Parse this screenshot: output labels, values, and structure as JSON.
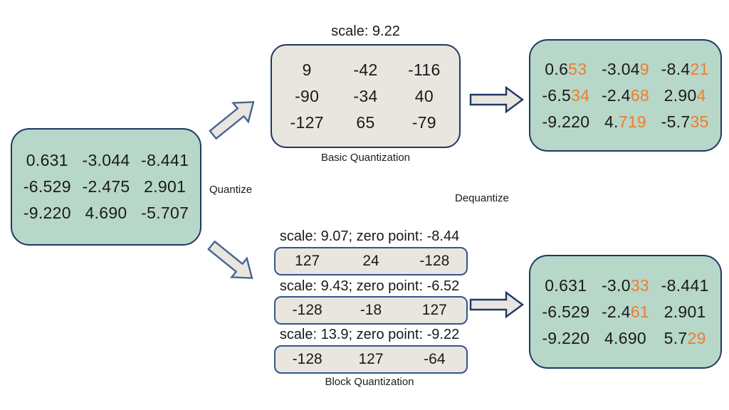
{
  "colors": {
    "highlight": "#ED7D31",
    "box_green": "#B7D7C8",
    "box_gray": "#E9E6E0",
    "border_navy": "#1F3864",
    "border_blue": "#34558C",
    "text": "#1a1a1a"
  },
  "labels": {
    "quantize": "Quantize",
    "dequantize": "Dequantize"
  },
  "float_matrix": {
    "rows": [
      [
        "0.631",
        "-3.044",
        "-8.441"
      ],
      [
        "-6.529",
        "-2.475",
        "2.901"
      ],
      [
        "-9.220",
        "4.690",
        "-5.707"
      ]
    ]
  },
  "basic": {
    "scale_label": "scale: 9.22",
    "caption": "Basic Quantization",
    "matrix": [
      [
        "9",
        "-42",
        "-116"
      ],
      [
        "-90",
        "-34",
        "40"
      ],
      [
        "-127",
        "65",
        "-79"
      ]
    ]
  },
  "dequant_basic": {
    "rows": [
      [
        [
          {
            "t": "0.6"
          },
          {
            "t": "53",
            "hl": true
          }
        ],
        [
          {
            "t": "-3.04"
          },
          {
            "t": "9",
            "hl": true
          }
        ],
        [
          {
            "t": "-8.4"
          },
          {
            "t": "21",
            "hl": true
          }
        ]
      ],
      [
        [
          {
            "t": "-6.5"
          },
          {
            "t": "34",
            "hl": true
          }
        ],
        [
          {
            "t": "-2.4"
          },
          {
            "t": "68",
            "hl": true
          }
        ],
        [
          {
            "t": "2.90"
          },
          {
            "t": "4",
            "hl": true
          }
        ]
      ],
      [
        [
          {
            "t": "-9.220"
          }
        ],
        [
          {
            "t": "4."
          },
          {
            "t": "719",
            "hl": true
          }
        ],
        [
          {
            "t": "-5.7"
          },
          {
            "t": "35",
            "hl": true
          }
        ]
      ]
    ]
  },
  "block": {
    "caption": "Block Quantization",
    "groups": [
      {
        "label": "scale: 9.07; zero point: -8.44",
        "values": [
          "127",
          "24",
          "-128"
        ]
      },
      {
        "label": "scale: 9.43; zero point: -6.52",
        "values": [
          "-128",
          "-18",
          "127"
        ]
      },
      {
        "label": "scale: 13.9; zero point: -9.22",
        "values": [
          "-128",
          "127",
          "-64"
        ]
      }
    ]
  },
  "dequant_block": {
    "rows": [
      [
        [
          {
            "t": "0.631"
          }
        ],
        [
          {
            "t": "-3.0"
          },
          {
            "t": "33",
            "hl": true
          }
        ],
        [
          {
            "t": "-8.441"
          }
        ]
      ],
      [
        [
          {
            "t": "-6.529"
          }
        ],
        [
          {
            "t": "-2.4"
          },
          {
            "t": "61",
            "hl": true
          }
        ],
        [
          {
            "t": "2.901"
          }
        ]
      ],
      [
        [
          {
            "t": "-9.220"
          }
        ],
        [
          {
            "t": "4.690"
          }
        ],
        [
          {
            "t": "5.7"
          },
          {
            "t": "29",
            "hl": true
          }
        ]
      ]
    ]
  }
}
